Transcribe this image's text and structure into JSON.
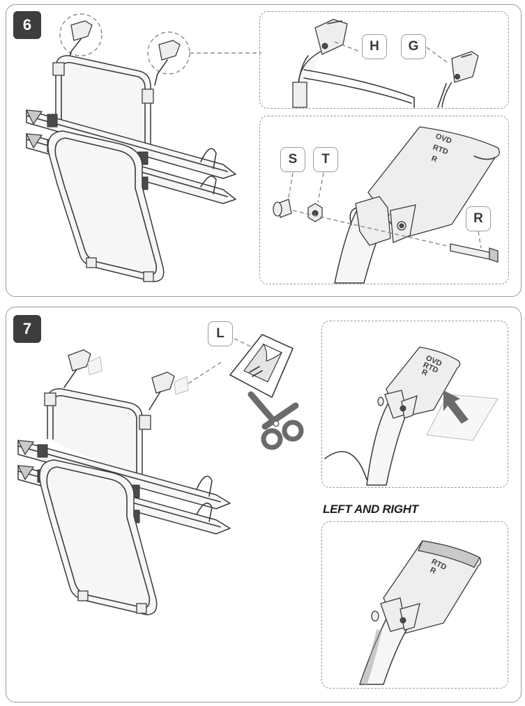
{
  "steps": [
    {
      "number": "6",
      "labels": {
        "h": "H",
        "g": "G",
        "s": "S",
        "t": "T",
        "r": "R"
      },
      "plate_stamp": [
        "OVD",
        "RTD",
        "R"
      ]
    },
    {
      "number": "7",
      "labels": {
        "l": "L"
      },
      "plate_stamp_top": [
        "OVD",
        "RTD",
        "R"
      ],
      "plate_stamp_bottom": [
        "RTD",
        "R"
      ],
      "caption": "LEFT AND RIGHT"
    }
  ],
  "colors": {
    "badge": "#3d3d3d",
    "border": "#9a9a9a",
    "line": "#3a3a3a"
  }
}
